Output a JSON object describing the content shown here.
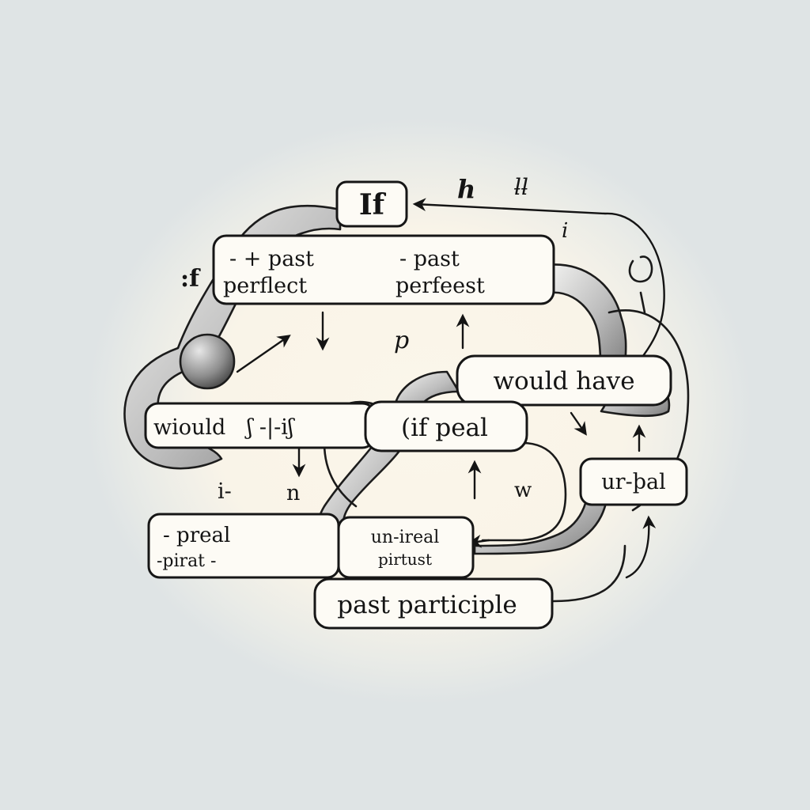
{
  "labels": {
    "if_box": "If",
    "past_perfect_left_l1": "- + past",
    "past_perfect_left_l2": "perflect",
    "past_perfect_right_l1": "- past",
    "past_perfect_right_l2": "perfeest",
    "would_have": "would have",
    "wiould": "wiould",
    "wiould_suffix": "ʃ -|-iʃ",
    "if_peal": "(if peal",
    "ur_pal": "ur-þal",
    "preal_l1": "- preal",
    "preal_l2": "-pirat -",
    "unireal_l1": "un-ireal",
    "unireal_l2": "pirtust",
    "past_participle": "past participle",
    "float_h": "h",
    "float_l": "ƚƚ",
    "float_i_top": "i",
    "float_colon": ":f",
    "float_p": "p",
    "float_i_dash": "i-",
    "float_n": "n",
    "float_w": "w"
  }
}
